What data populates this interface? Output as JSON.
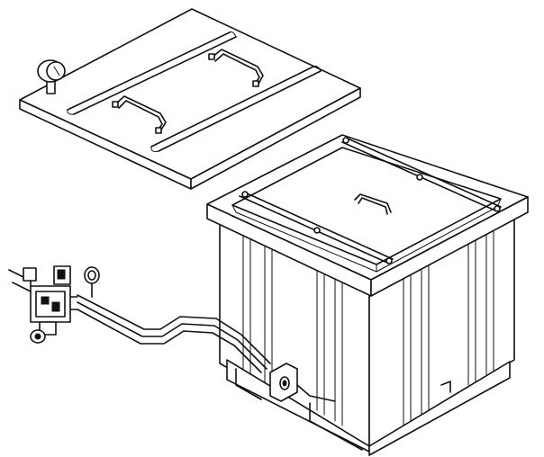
{
  "drawing": {
    "subject": "",
    "parts": [
      {
        "id": "lid",
        "icon": "lid-panel-icon"
      },
      {
        "id": "lid-knob",
        "icon": "knob-icon"
      },
      {
        "id": "lid-handle-front",
        "icon": "handle-icon"
      },
      {
        "id": "lid-handle-back",
        "icon": "handle-icon"
      },
      {
        "id": "tank",
        "icon": "tank-icon"
      },
      {
        "id": "tank-insert-handle",
        "icon": "handle-icon"
      },
      {
        "id": "gas-valve-assembly",
        "icon": "valve-icon"
      },
      {
        "id": "burner-tube",
        "icon": "pipe-icon"
      }
    ],
    "line_color": "#111111",
    "background_color": "#ffffff"
  }
}
